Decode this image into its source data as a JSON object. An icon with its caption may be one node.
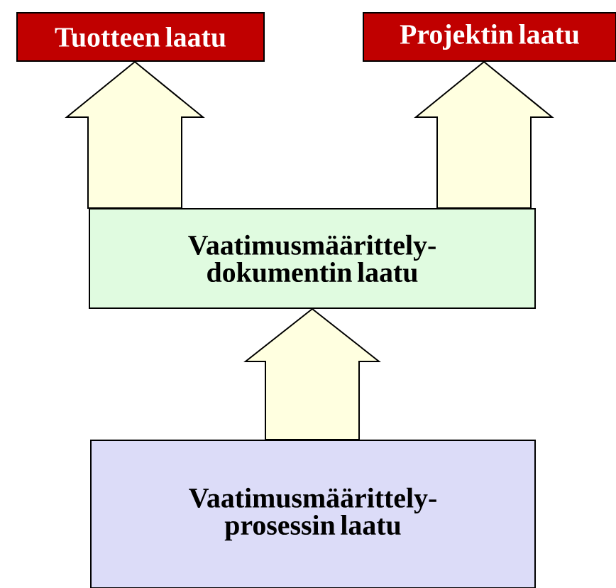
{
  "diagram": {
    "nodes": [
      {
        "text": [
          "Tuotteen laatu"
        ]
      },
      {
        "text": [
          "Projektin laatu"
        ]
      },
      {
        "text": [
          "Vaatimusmäärittely- dokumentin laatu"
        ]
      },
      {
        "text": [
          "Vaatimusmäärittely- prosessin laatu"
        ]
      }
    ],
    "edges": [
      {
        "from": 2,
        "to": 0,
        "arrow": "to"
      },
      {
        "from": 2,
        "to": 1,
        "arrow": "to"
      },
      {
        "from": 3,
        "to": 2,
        "arrow": "to"
      }
    ]
  }
}
